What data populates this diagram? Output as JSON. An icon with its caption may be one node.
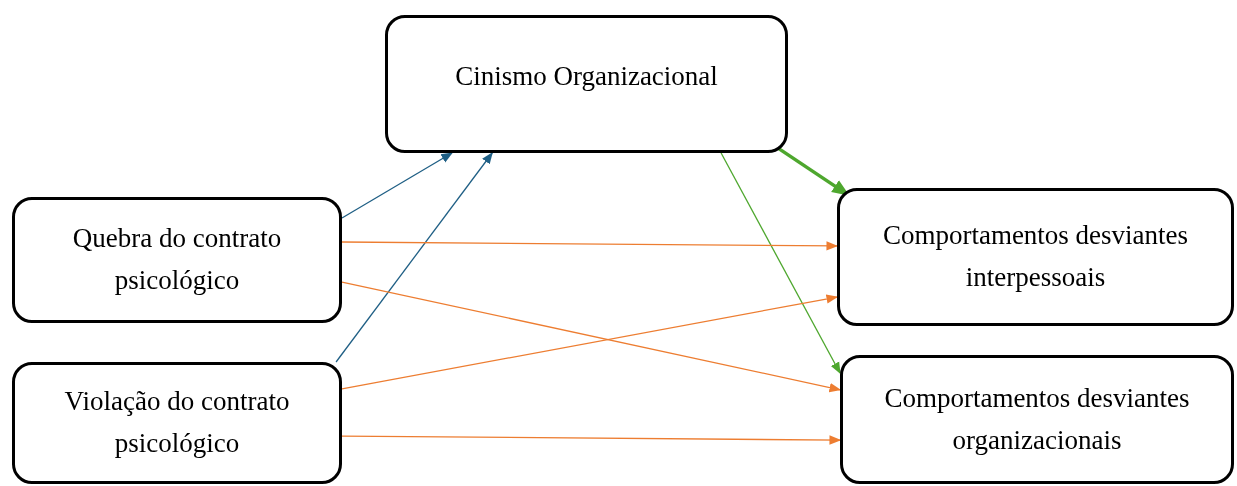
{
  "diagram": {
    "nodes": [
      {
        "text": [
          "Cinismo Organizacional"
        ]
      },
      {
        "text": [
          "Quebra do contrato psicológico"
        ]
      },
      {
        "text": [
          "Violação do contrato psicológico"
        ]
      },
      {
        "text": [
          "Comportamentos desviantes interpessoais"
        ]
      },
      {
        "text": [
          "Comportamentos desviantes organizacionais"
        ]
      }
    ],
    "edges": [
      {
        "from": 1,
        "to": 0,
        "arrow": "to",
        "color": "#1f5f85"
      },
      {
        "from": 2,
        "to": 0,
        "arrow": "to",
        "color": "#1f5f85"
      },
      {
        "from": 0,
        "to": 3,
        "arrow": "to",
        "style": "thick",
        "color": "#4ea72e"
      },
      {
        "from": 0,
        "to": 4,
        "arrow": "to",
        "color": "#4ea72e"
      },
      {
        "from": 1,
        "to": 3,
        "arrow": "to"
      },
      {
        "from": 1,
        "to": 4,
        "arrow": "to"
      },
      {
        "from": 2,
        "to": 3,
        "arrow": "to"
      },
      {
        "from": 2,
        "to": 4,
        "arrow": "to"
      }
    ]
  }
}
